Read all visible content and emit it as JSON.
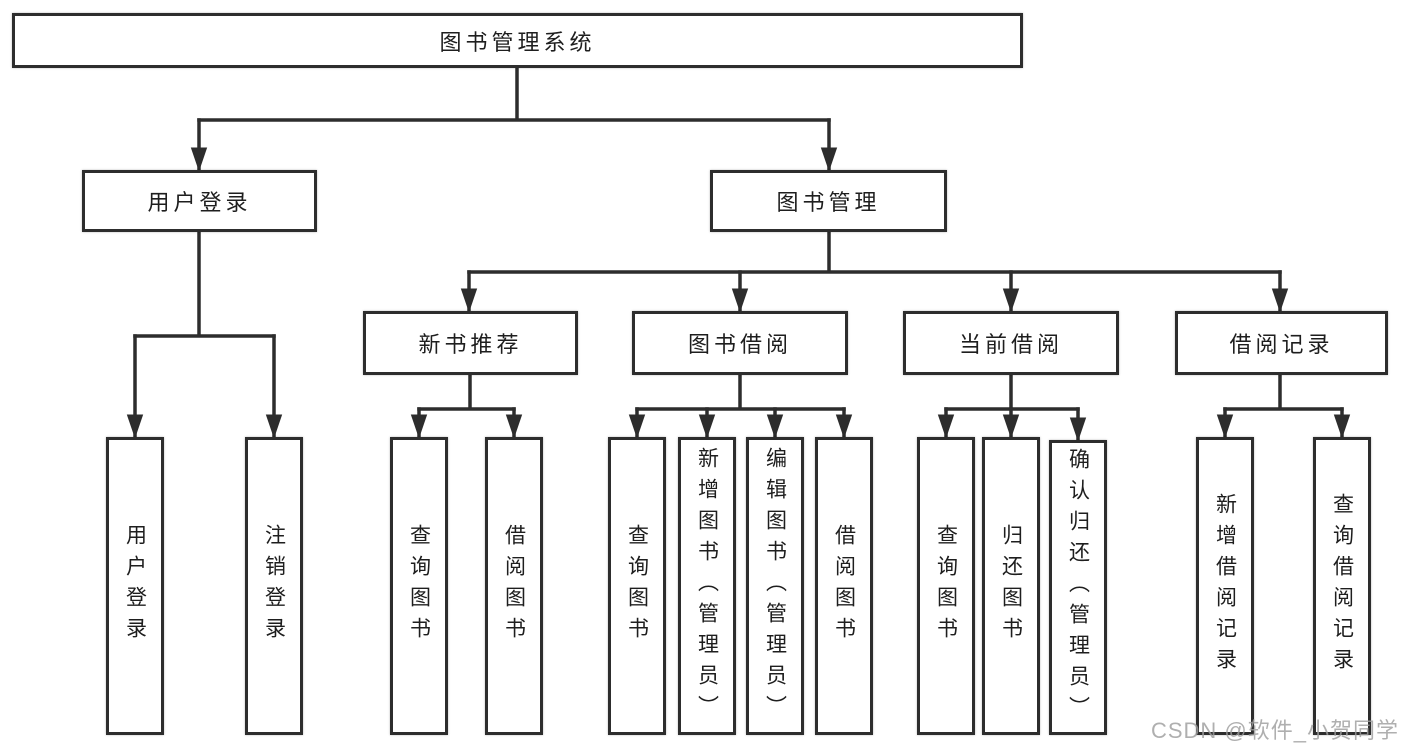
{
  "diagram": {
    "root": {
      "label": "图书管理系统"
    },
    "children": [
      {
        "label": "用户登录",
        "children": [
          {
            "label": "用户登录"
          },
          {
            "label": "注销登录"
          }
        ]
      },
      {
        "label": "图书管理",
        "children": [
          {
            "label": "新书推荐",
            "children": [
              {
                "label": "查询图书"
              },
              {
                "label": "借阅图书"
              }
            ]
          },
          {
            "label": "图书借阅",
            "children": [
              {
                "label": "查询图书"
              },
              {
                "label": "新增图书（管理员）"
              },
              {
                "label": "编辑图书（管理员）"
              },
              {
                "label": "借阅图书"
              }
            ]
          },
          {
            "label": "当前借阅",
            "children": [
              {
                "label": "查询图书"
              },
              {
                "label": "归还图书"
              },
              {
                "label": "确认归还（管理员）"
              }
            ]
          },
          {
            "label": "借阅记录",
            "children": [
              {
                "label": "新增借阅记录"
              },
              {
                "label": "查询借阅记录"
              }
            ]
          }
        ]
      }
    ]
  },
  "watermark": {
    "text": "CSDN @软件_小贺同学"
  },
  "colors": {
    "line": "#2d2d2d",
    "text": "#1e1e1e",
    "watermark": "#9e9e9e",
    "background": "#ffffff"
  }
}
